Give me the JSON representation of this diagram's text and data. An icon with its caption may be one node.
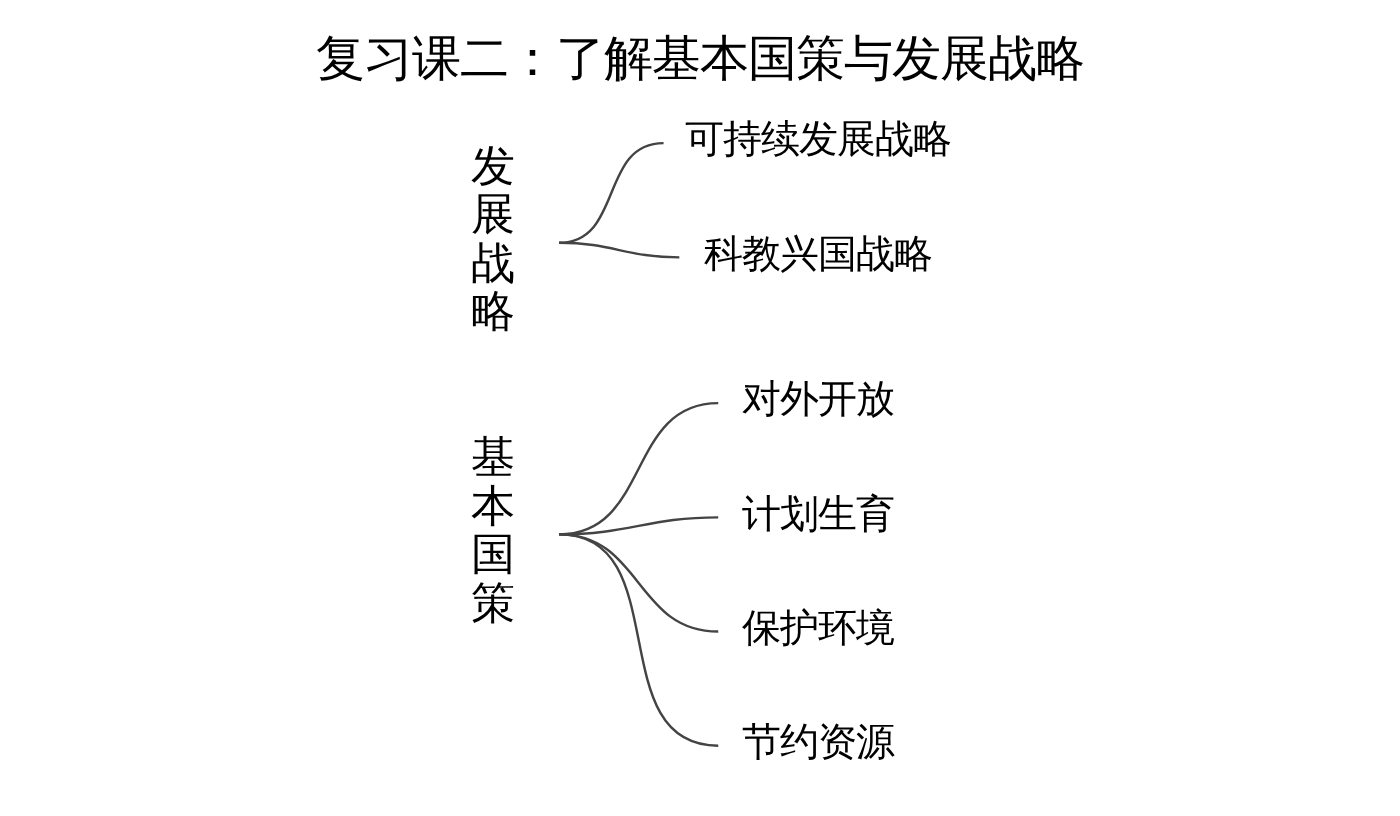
{
  "diagram": {
    "title": "复习课二：了解基本国策与发展战略",
    "nodes": [
      {
        "text": [
          "基本国策"
        ]
      },
      {
        "text": [
          "对外开放"
        ]
      },
      {
        "text": [
          "计划生育"
        ]
      },
      {
        "text": [
          "保护环境"
        ]
      },
      {
        "text": [
          "节约资源"
        ]
      },
      {
        "text": [
          "发展战略"
        ]
      },
      {
        "text": [
          "可持续发展战略"
        ]
      },
      {
        "text": [
          "科教兴国战略"
        ]
      }
    ],
    "edges": [
      {
        "from": 0,
        "to": 1,
        "arrow": "none"
      },
      {
        "from": 0,
        "to": 2,
        "arrow": "none"
      },
      {
        "from": 0,
        "to": 3,
        "arrow": "none"
      },
      {
        "from": 0,
        "to": 4,
        "arrow": "none"
      },
      {
        "from": 5,
        "to": 6,
        "arrow": "none"
      },
      {
        "from": 5,
        "to": 7,
        "arrow": "none"
      }
    ]
  }
}
